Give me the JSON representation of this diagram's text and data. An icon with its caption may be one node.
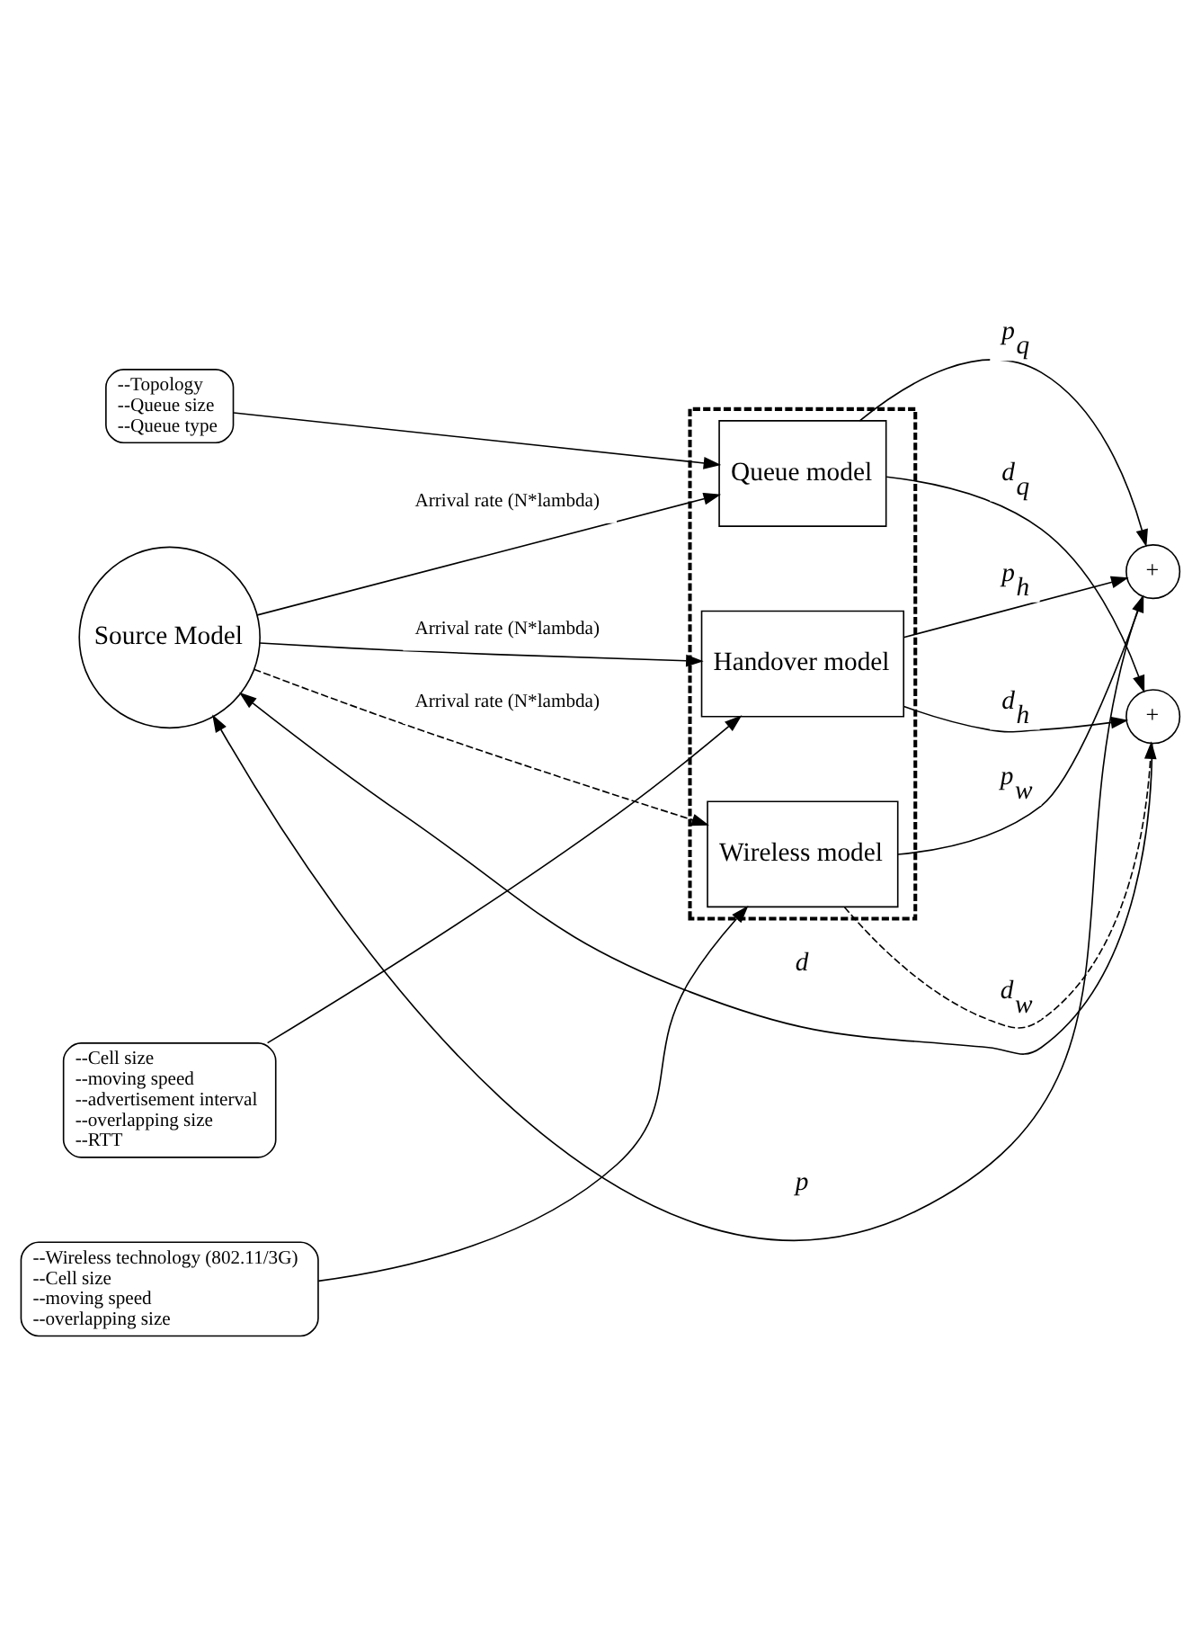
{
  "diagram": {
    "nodes": [
      {
        "text": [
          "--Topology",
          "--Queue size",
          "--Queue type"
        ]
      },
      {
        "text": [],
        "shape": "box"
      },
      {
        "text": [
          "Queue model"
        ],
        "in": 1
      },
      {
        "text": [
          "Wireless model"
        ],
        "in": 1
      },
      {
        "text": [
          "Handover model"
        ],
        "in": 1
      },
      {
        "text": [
          "Source Model"
        ]
      },
      {
        "text": [
          "+"
        ]
      },
      {
        "text": [
          "+"
        ]
      },
      {
        "text": [
          "--Cell size",
          "--moving speed",
          "--advertisement interval",
          "--overlapping size",
          "--RTT"
        ]
      },
      {
        "text": [
          "--Wireless technology (802.11/3G)",
          "--Cell size",
          "--moving speed",
          "--overlapping size"
        ]
      }
    ],
    "edges": [
      {
        "from": 0,
        "to": 2,
        "arrow": "to"
      },
      {
        "from": 5,
        "to": 2,
        "arrow": "to",
        "label": "Arrival rate (N*lambda)"
      },
      {
        "from": 5,
        "to": 3,
        "arrow": "to",
        "label": "Arrival rate (N*lambda)",
        "style": "dashed"
      },
      {
        "from": 5,
        "to": 4,
        "arrow": "to",
        "label": "Arrival rate (N*lambda)"
      },
      {
        "from": 2,
        "to": 6,
        "arrow": "to",
        "label": "d$_{q}$"
      },
      {
        "from": 3,
        "to": 6,
        "arrow": "to",
        "label": "d$_{w}$",
        "style": "dashed"
      },
      {
        "from": 4,
        "to": 6,
        "arrow": "to",
        "label": "d$_{h}$"
      },
      {
        "from": 6,
        "to": 5,
        "arrow": "to",
        "label": "d"
      },
      {
        "from": 2,
        "to": 7,
        "arrow": "to",
        "label": "p$_{q}$"
      },
      {
        "from": 3,
        "to": 7,
        "arrow": "to",
        "label": "p$_{w}$"
      },
      {
        "from": 4,
        "to": 7,
        "arrow": "to",
        "label": "p$_{h}$"
      },
      {
        "from": 7,
        "to": 5,
        "arrow": "to",
        "label": "p"
      },
      {
        "from": 8,
        "to": 4,
        "arrow": "to"
      },
      {
        "from": 9,
        "to": 3,
        "arrow": "to"
      }
    ]
  }
}
